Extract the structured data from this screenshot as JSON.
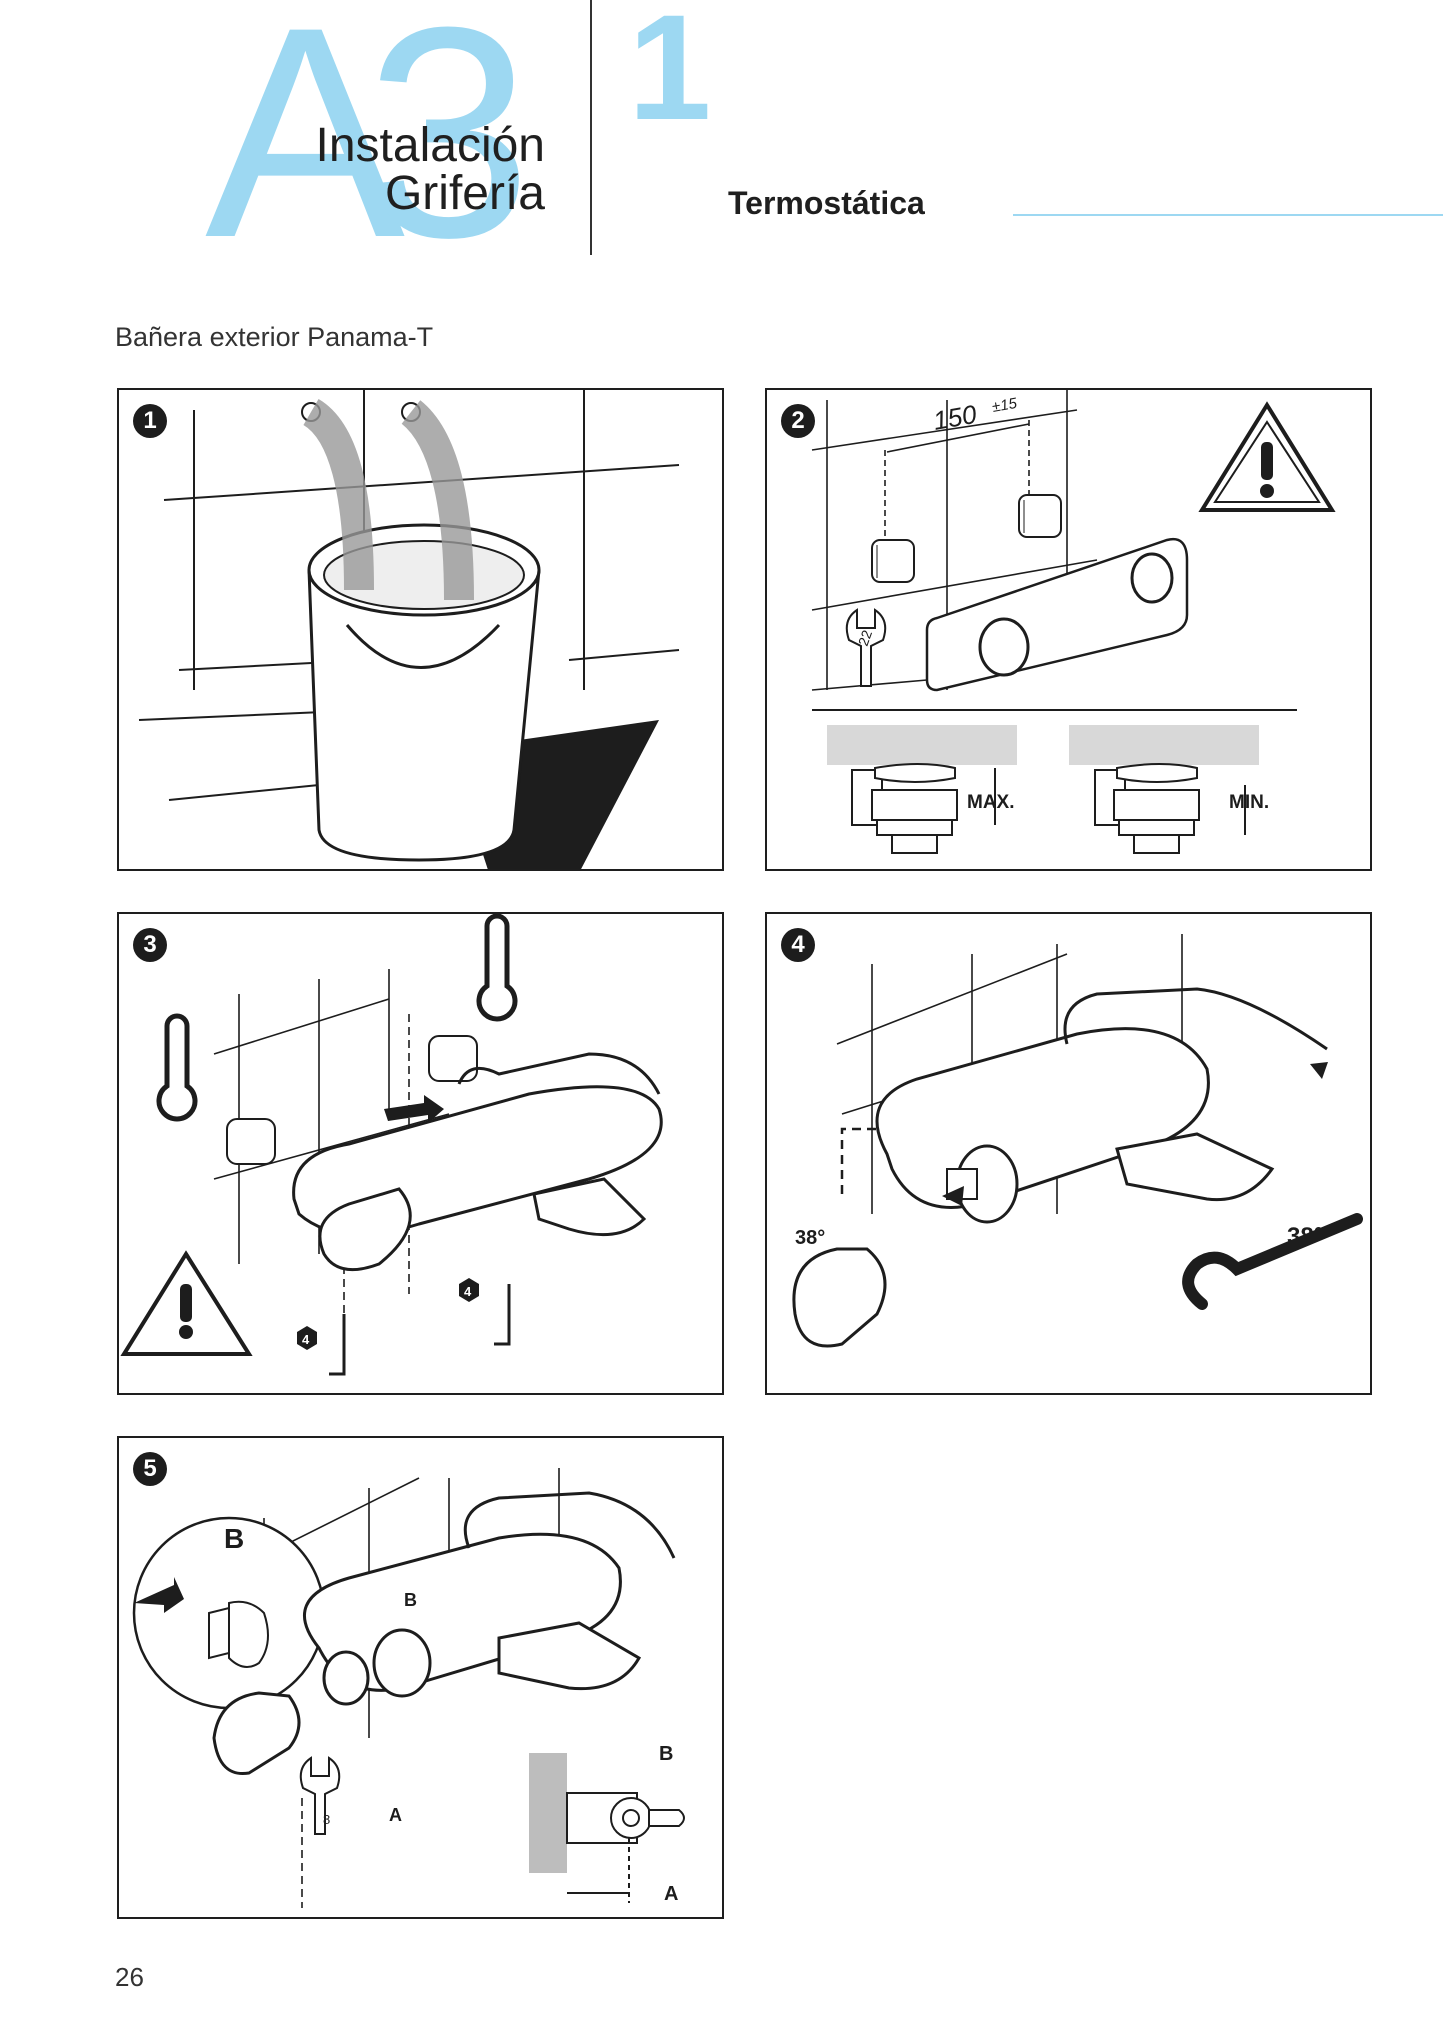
{
  "header": {
    "section_code": "A3",
    "section_title_line1": "Instalación",
    "section_title_line2": "Grifería",
    "chapter_number": "1",
    "subtitle": "Termostática"
  },
  "product_name": "Bañera exterior Panama-T",
  "steps": [
    {
      "number": "1"
    },
    {
      "number": "2",
      "dimension": "150",
      "tolerance": "±15",
      "wrench_size": "22",
      "label_max": "MAX.",
      "label_min": "MIN."
    },
    {
      "number": "3",
      "hex_key_size_1": "4",
      "hex_key_size_2": "4"
    },
    {
      "number": "4",
      "temp_left": "38°",
      "temp_right": "38°"
    },
    {
      "number": "5",
      "label_b_zoom": "B",
      "label_b_body": "B",
      "label_a_body": "A",
      "label_b_detail": "B",
      "label_a_detail": "A",
      "wrench_size": "8"
    }
  ],
  "page_number": "26",
  "colors": {
    "accent": "#9dd8f2",
    "ink": "#1d1d1d"
  }
}
